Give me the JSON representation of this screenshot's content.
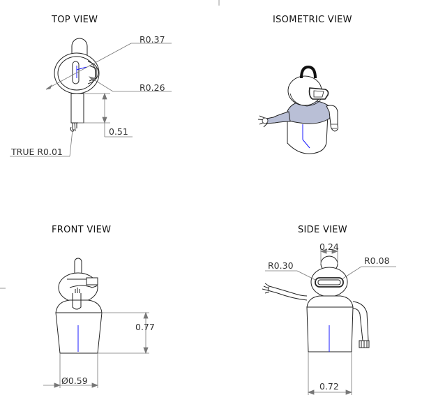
{
  "views": {
    "top": {
      "title": "TOP VIEW"
    },
    "isometric": {
      "title": "ISOMETRIC VIEW"
    },
    "front": {
      "title": "FRONT VIEW"
    },
    "side": {
      "title": "SIDE VIEW"
    }
  },
  "dimensions": {
    "top_r037": "R0.37",
    "top_r026": "R0.26",
    "top_051": "0.51",
    "top_true_r001": "TRUE R0.01",
    "front_077": "0.77",
    "front_dia059": "Ø0.59",
    "side_024": "0.24",
    "side_r030": "R0.30",
    "side_r008": "R0.08",
    "side_072": "0.72"
  },
  "colors": {
    "line": "#222222",
    "dim": "#777777",
    "axis": "#1a1aff",
    "body_shade": "#b9bfd6"
  }
}
